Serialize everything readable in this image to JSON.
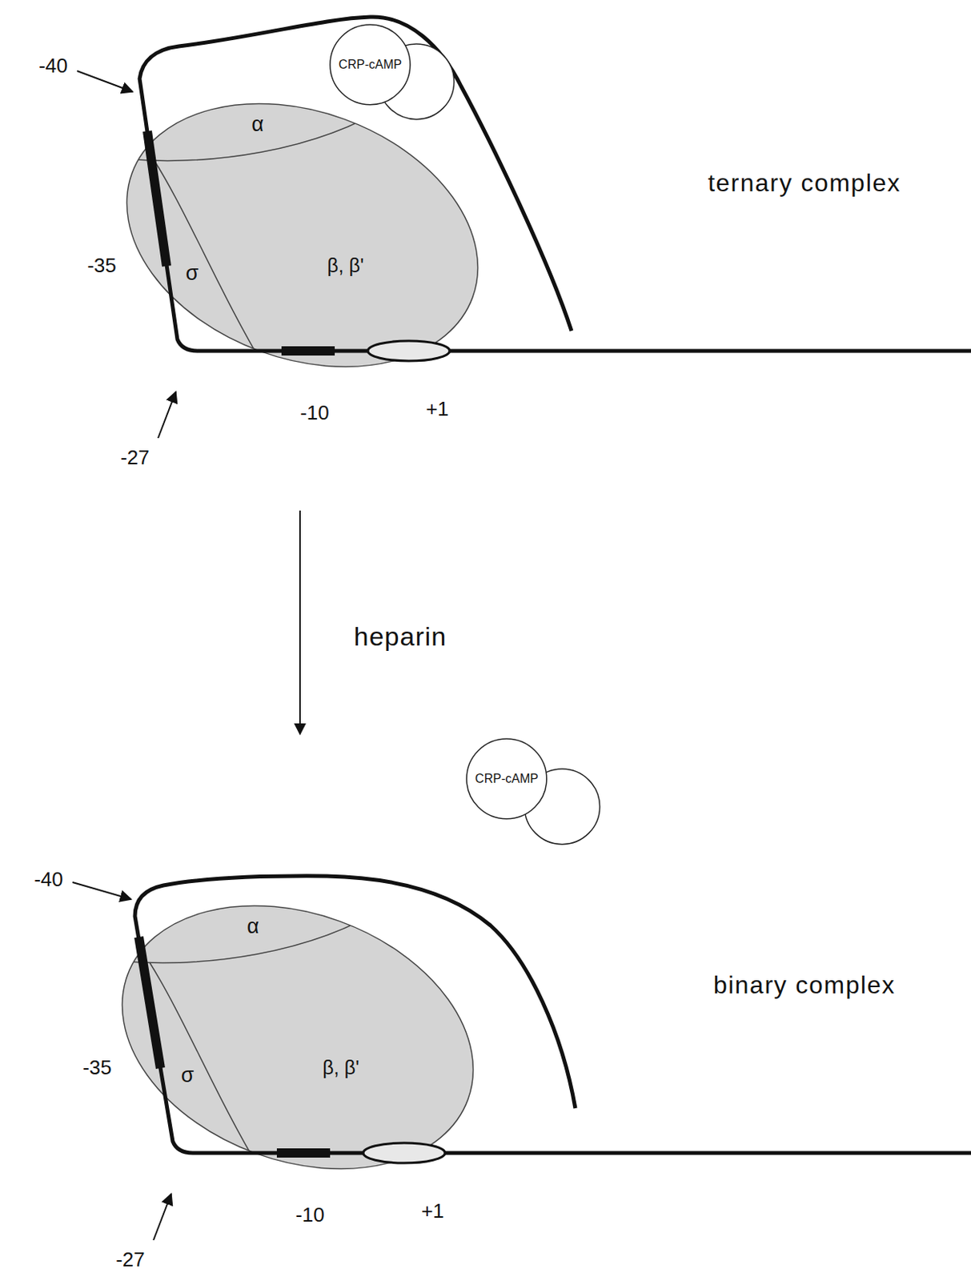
{
  "diagram": {
    "nodes": [
      {
        "text": [
          "CRP-cAMP"
        ]
      },
      {
        "text": [
          "α"
        ]
      },
      {
        "text": [
          "σ"
        ]
      },
      {
        "text": [
          "β, β'"
        ]
      },
      {
        "text": [
          "CRP-cAMP"
        ]
      },
      {
        "text": [
          "α"
        ]
      },
      {
        "text": [
          "σ"
        ]
      },
      {
        "text": [
          "β, β'"
        ]
      }
    ],
    "labels": [
      "-40",
      "-35",
      "-27",
      "-10",
      "+1",
      "ternary complex",
      "heparin",
      "-40",
      "-35",
      "-27",
      "-10",
      "+1",
      "binary complex"
    ]
  }
}
